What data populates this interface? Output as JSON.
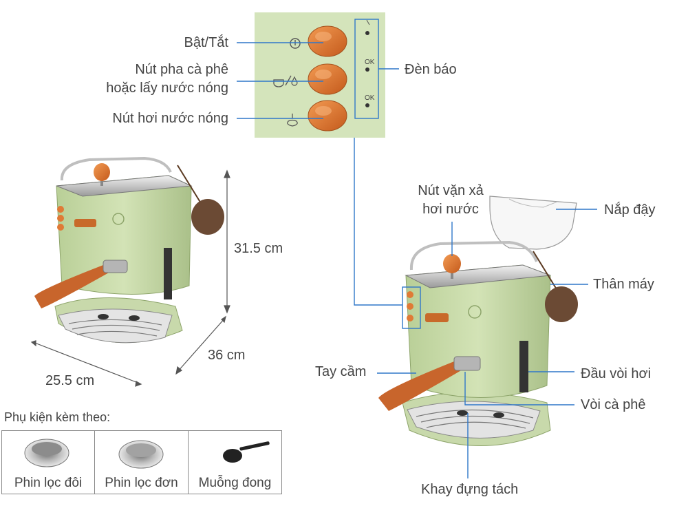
{
  "panel": {
    "buttons": [
      {
        "label": "Bật/Tắt"
      },
      {
        "label_line1": "Nút pha cà phê",
        "label_line2": "hoặc lấy nước nóng"
      },
      {
        "label": "Nút hơi nước nóng"
      }
    ],
    "indicator_label": "Đèn báo",
    "ok_marks": [
      "OK",
      "OK"
    ]
  },
  "dimensions": {
    "height": "31.5 cm",
    "depth": "36 cm",
    "width": "25.5 cm"
  },
  "parts": {
    "steam_knob_line1": "Nút vặn xả",
    "steam_knob_line2": "hơi nước",
    "lid": "Nắp đậy",
    "body": "Thân máy",
    "handle": "Tay cầm",
    "steam_nozzle": "Đầu vòi hơi",
    "coffee_spout": "Vòi cà phê",
    "drip_tray": "Khay đựng tách"
  },
  "accessories": {
    "title": "Phụ kiện kèm theo:",
    "items": [
      {
        "label": "Phin lọc đôi"
      },
      {
        "label": "Phin lọc đơn"
      },
      {
        "label": "Muỗng đong"
      }
    ]
  },
  "colors": {
    "machine_green": "#c7d9a9",
    "knob_orange": "#d9712e",
    "callout_blue": "#2f77c9",
    "panel_bg": "#d4e4bb"
  }
}
